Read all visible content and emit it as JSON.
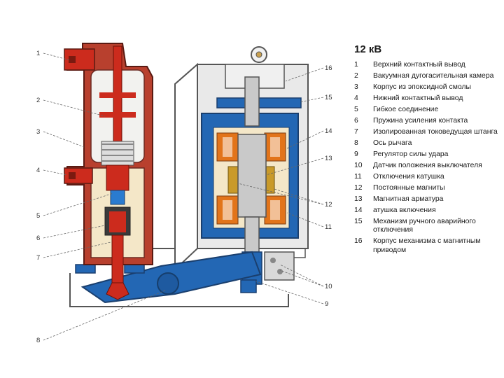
{
  "legend": {
    "title": "12 кВ",
    "items": [
      {
        "num": "1",
        "text": "Верхний контактный вывод"
      },
      {
        "num": "2",
        "text": "Вакуумная дугогасительная камера"
      },
      {
        "num": "3",
        "text": "Корпус из эпоксидной смолы"
      },
      {
        "num": "4",
        "text": "Нижний контактный вывод"
      },
      {
        "num": "5",
        "text": "Гибкое соединение"
      },
      {
        "num": "6",
        "text": "Пружина усиления контакта"
      },
      {
        "num": "7",
        "text": "Изолированная токоведущая штанга"
      },
      {
        "num": "8",
        "text": "Ось рычага"
      },
      {
        "num": "9",
        "text": "Регулятор силы удара"
      },
      {
        "num": "10",
        "text": "Датчик положения выключателя"
      },
      {
        "num": "11",
        "text": "Отключения катушка"
      },
      {
        "num": "12",
        "text": "Постоянные магниты"
      },
      {
        "num": "13",
        "text": "Магнитная арматура"
      },
      {
        "num": "14",
        "text": "атушка включения"
      },
      {
        "num": "15",
        "text": "Механизм ручного аварийного отключения"
      },
      {
        "num": "16",
        "text": "Корпус механизма с магнитным приводом"
      }
    ]
  },
  "callouts": [
    "1",
    "2",
    "3",
    "4",
    "5",
    "6",
    "7",
    "8",
    "9",
    "10",
    "11",
    "12",
    "13",
    "14",
    "15",
    "16"
  ],
  "colors": {
    "epoxy_red": "#b8402e",
    "conductor_red": "#cc2b1d",
    "vacuum_chamber": "#f2f2ef",
    "insulation_beige": "#f4e7c8",
    "mechanism_blue": "#2367b4",
    "armature_gray": "#c9c9c9",
    "coil_orange": "#e2741a",
    "magnet_gold": "#c99a2a",
    "housing_gray": "#e9e9e9",
    "outline_dark": "#3a3a3a"
  },
  "icons": [
    "vacuum-interrupter",
    "magnetic-actuator",
    "lever-shaft",
    "position-sensor"
  ]
}
